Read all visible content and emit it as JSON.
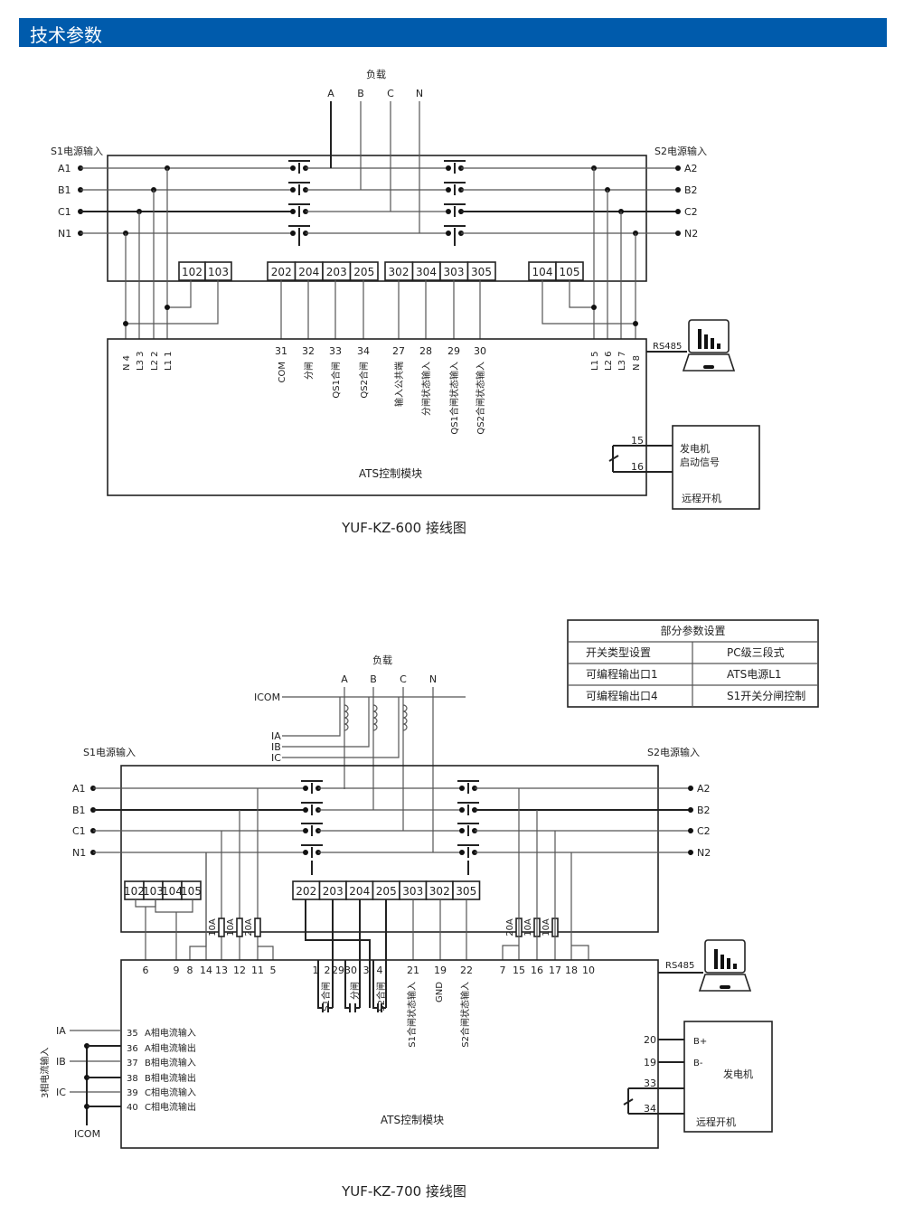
{
  "header": {
    "title": "技术参数"
  },
  "colors": {
    "banner": "#005bac",
    "wire": "#222222"
  },
  "d600": {
    "load_label": "负载",
    "load_phases": [
      "A",
      "B",
      "C",
      "N"
    ],
    "s1_label": "S1电源输入",
    "s2_label": "S2电源输入",
    "s1_phases": [
      "A1",
      "B1",
      "C1",
      "N1"
    ],
    "s2_phases": [
      "A2",
      "B2",
      "C2",
      "N2"
    ],
    "left_terms": [
      "102",
      "103"
    ],
    "mid_terms": [
      "202",
      "204",
      "203",
      "205",
      "302",
      "304",
      "303",
      "305"
    ],
    "right_terms": [
      "104",
      "105"
    ],
    "left_pins": [
      "N 4",
      "L3 3",
      "L2 2",
      "L1 1"
    ],
    "mid_pins": [
      {
        "num": "31",
        "label": "COM"
      },
      {
        "num": "32",
        "label": "分闸"
      },
      {
        "num": "33",
        "label": "QS1合闸"
      },
      {
        "num": "34",
        "label": "QS2合闸"
      },
      {
        "num": "27",
        "label": "输入公共端"
      },
      {
        "num": "28",
        "label": "分闸状态输入"
      },
      {
        "num": "29",
        "label": "QS1合闸状态输入"
      },
      {
        "num": "30",
        "label": "QS2合闸状态输入"
      }
    ],
    "right_pins": [
      "L1 5",
      "L2 6",
      "L3 7",
      "N 8"
    ],
    "rs485": "RS485",
    "module_label": "ATS控制模块",
    "gen_pins": [
      "15",
      "16"
    ],
    "gen_label_1": "发电机",
    "gen_label_2": "启动信号",
    "gen_remote": "远程开机",
    "caption": "YUF-KZ-600 接线图"
  },
  "params_table": {
    "title": "部分参数设置",
    "rows": [
      [
        "开关类型设置",
        "PC级三段式"
      ],
      [
        "可编程输出口1",
        "ATS电源L1"
      ],
      [
        "可编程输出口4",
        "S1开关分闸控制"
      ]
    ]
  },
  "d700": {
    "load_label": "负载",
    "load_phases": [
      "A",
      "B",
      "C",
      "N"
    ],
    "ct_labels": [
      "ICOM",
      "IA",
      "IB",
      "IC"
    ],
    "s1_label": "S1电源输入",
    "s2_label": "S2电源输入",
    "s1_phases": [
      "A1",
      "B1",
      "C1",
      "N1"
    ],
    "s2_phases": [
      "A2",
      "B2",
      "C2",
      "N2"
    ],
    "left_terms": [
      "102",
      "103",
      "104",
      "105"
    ],
    "mid_terms": [
      "202",
      "203",
      "204",
      "205",
      "303",
      "302",
      "305"
    ],
    "fuses_left": [
      "10A",
      "10A",
      "20A"
    ],
    "fuses_right": [
      "20A",
      "10A",
      "10A"
    ],
    "left_pins": [
      "6",
      "9",
      "8",
      "14",
      "13",
      "12",
      "11",
      "5"
    ],
    "mid_pins": [
      "1",
      "2",
      "29",
      "30",
      "3",
      "4",
      "21",
      "19",
      "22"
    ],
    "mid_labels": [
      "S1合闸",
      "分闸",
      "S2合闸",
      "S1合闸状态输入",
      "GND",
      "S2合闸状态输入"
    ],
    "right_pins": [
      "7",
      "15",
      "16",
      "17",
      "18",
      "10"
    ],
    "rs485": "RS485",
    "current_label": "3相电流输入",
    "current_inputs": [
      {
        "num": "35",
        "label": "A相电流输入"
      },
      {
        "num": "36",
        "label": "A相电流输出"
      },
      {
        "num": "37",
        "label": "B相电流输入"
      },
      {
        "num": "38",
        "label": "B相电流输出"
      },
      {
        "num": "39",
        "label": "C相电流输入"
      },
      {
        "num": "40",
        "label": "C相电流输出"
      }
    ],
    "ext_ct": [
      "IA",
      "IB",
      "IC",
      "ICOM"
    ],
    "module_label": "ATS控制模块",
    "gen_pins": [
      "20",
      "19",
      "33",
      "34"
    ],
    "gen_b_plus": "B+",
    "gen_b_minus": "B-",
    "gen_label": "发电机",
    "gen_remote": "远程开机",
    "caption": "YUF-KZ-700 接线图"
  }
}
